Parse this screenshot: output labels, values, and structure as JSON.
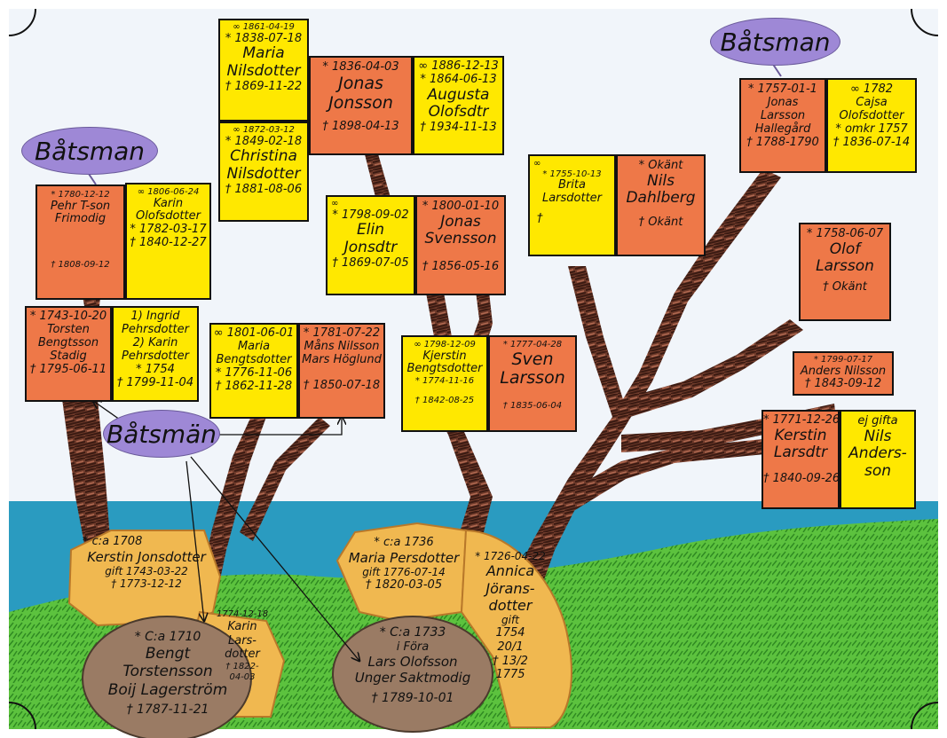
{
  "labels": {
    "batsman_left": "Båtsman",
    "batsman_right": "Båtsman",
    "batsman_center": "Båtsmän"
  },
  "cards": {
    "maria_nilsdotter": [
      "∞ 1861-04-19",
      "* 1838-07-18",
      "Maria",
      "Nilsdotter",
      "† 1869-11-22"
    ],
    "christina_nilsdotter": [
      "∞ 1872-03-12",
      "* 1849-02-18",
      "Christina",
      "Nilsdotter",
      "† 1881-08-06"
    ],
    "jonas_jonsson": [
      "* 1836-04-03",
      "Jonas",
      "Jonsson",
      "† 1898-04-13"
    ],
    "augusta_olofsdtr": [
      "∞ 1886-12-13",
      "* 1864-06-13",
      "Augusta",
      "Olofsdtr",
      "† 1934-11-13"
    ],
    "jonas_larsson": [
      "* 1757-01-1",
      "Jonas",
      "Larsson",
      "Hallegård",
      "† 1788-1790"
    ],
    "cajsa_olofsdotter": [
      "∞ 1782",
      "Cajsa",
      "Olofsdotter",
      "* omkr 1757",
      "† 1836-07-14"
    ],
    "pehr_frimodig": [
      "* 1780-12-12",
      "Pehr T-son",
      "Frimodig",
      "† 1808-09-12"
    ],
    "karin_olofsdotter": [
      "∞ 1806-06-24",
      "Karin",
      "Olofsdotter",
      "* 1782-03-17",
      "† 1840-12-27"
    ],
    "elin_jonsdtr": [
      "∞",
      "* 1798-09-02",
      "Elin",
      "Jonsdtr",
      "† 1869-07-05"
    ],
    "jonas_svensson": [
      "* 1800-01-10",
      "Jonas",
      "Svensson",
      "† 1856-05-16"
    ],
    "brita_larsdotter": [
      "∞",
      "* 1755-10-13",
      "Brita",
      "Larsdotter",
      "†"
    ],
    "nils_dahlberg": [
      "* Okänt",
      "Nils",
      "Dahlberg",
      "† Okänt"
    ],
    "olof_larsson": [
      "* 1758-06-07",
      "Olof",
      "Larsson",
      "† Okänt"
    ],
    "torsten_stadig": [
      "* 1743-10-20",
      "Torsten",
      "Bengtsson",
      "Stadig",
      "† 1795-06-11"
    ],
    "ingrid_karin": [
      "1) Ingrid",
      "Pehrsdotter",
      "2) Karin",
      "Pehrsdotter",
      "* 1754",
      "† 1799-11-04"
    ],
    "maria_bengtsdotter": [
      "∞ 1801-06-01",
      "Maria",
      "Bengtsdotter",
      "* 1776-11-06",
      "† 1862-11-28"
    ],
    "mans_nilsson": [
      "* 1781-07-22",
      "Måns Nilsson",
      "Mars Höglund",
      "† 1850-07-18"
    ],
    "kjerstin_bengtsdotter": [
      "∞ 1798-12-09",
      "Kjerstin",
      "Bengtsdotter",
      "* 1774-11-16",
      "† 1842-08-25"
    ],
    "sven_larsson": [
      "* 1777-04-28",
      "Sven",
      "Larsson",
      "† 1835-06-04"
    ],
    "anders_nilsson": [
      "* 1799-07-17",
      "Anders Nilsson",
      "† 1843-09-12"
    ],
    "kerstin_larsdtr": [
      "* 1771-12-26",
      "Kerstin",
      "Larsdtr",
      "† 1840-09-26"
    ],
    "nils_andersson": [
      "ej gifta",
      "Nils",
      "Anders-",
      "son"
    ]
  },
  "bases": {
    "kerstin_jonsdotter": [
      "* c:a 1708",
      "Kerstin Jonsdotter",
      "gift 1743-03-22",
      "† 1773-12-12"
    ],
    "bengt_boij": [
      "* C:a 1710",
      "Bengt",
      "Torstensson",
      "Boij Lagerström",
      "† 1787-11-21"
    ],
    "karin_larsdotter": [
      "1774-12-18",
      "Karin",
      "Lars-",
      "dotter",
      "† 1822-",
      "04-03"
    ],
    "maria_persdotter": [
      "* c:a 1736",
      "Maria Persdotter",
      "gift 1776-07-14",
      "† 1820-03-05"
    ],
    "lars_olofsson": [
      "* C:a 1733",
      "i Föra",
      "Lars Olofsson",
      "Unger Saktmodig",
      "† 1789-10-01"
    ],
    "annica_joransdotter": [
      "* 1726-04-22",
      "Annica",
      "Jörans-",
      "dotter",
      "gift",
      "1754",
      "20/1",
      "† 13/2",
      "1775"
    ]
  },
  "colors": {
    "card_yellow": "#ffe800",
    "card_orange": "#ee7848",
    "oval_purple": "#9e88d6",
    "trunk_brown": "#6e3a2a",
    "sea": "#2a9bc0",
    "grass": "#5cc23e",
    "base_orange": "#f0b850",
    "base_brown": "#9a7b64"
  }
}
